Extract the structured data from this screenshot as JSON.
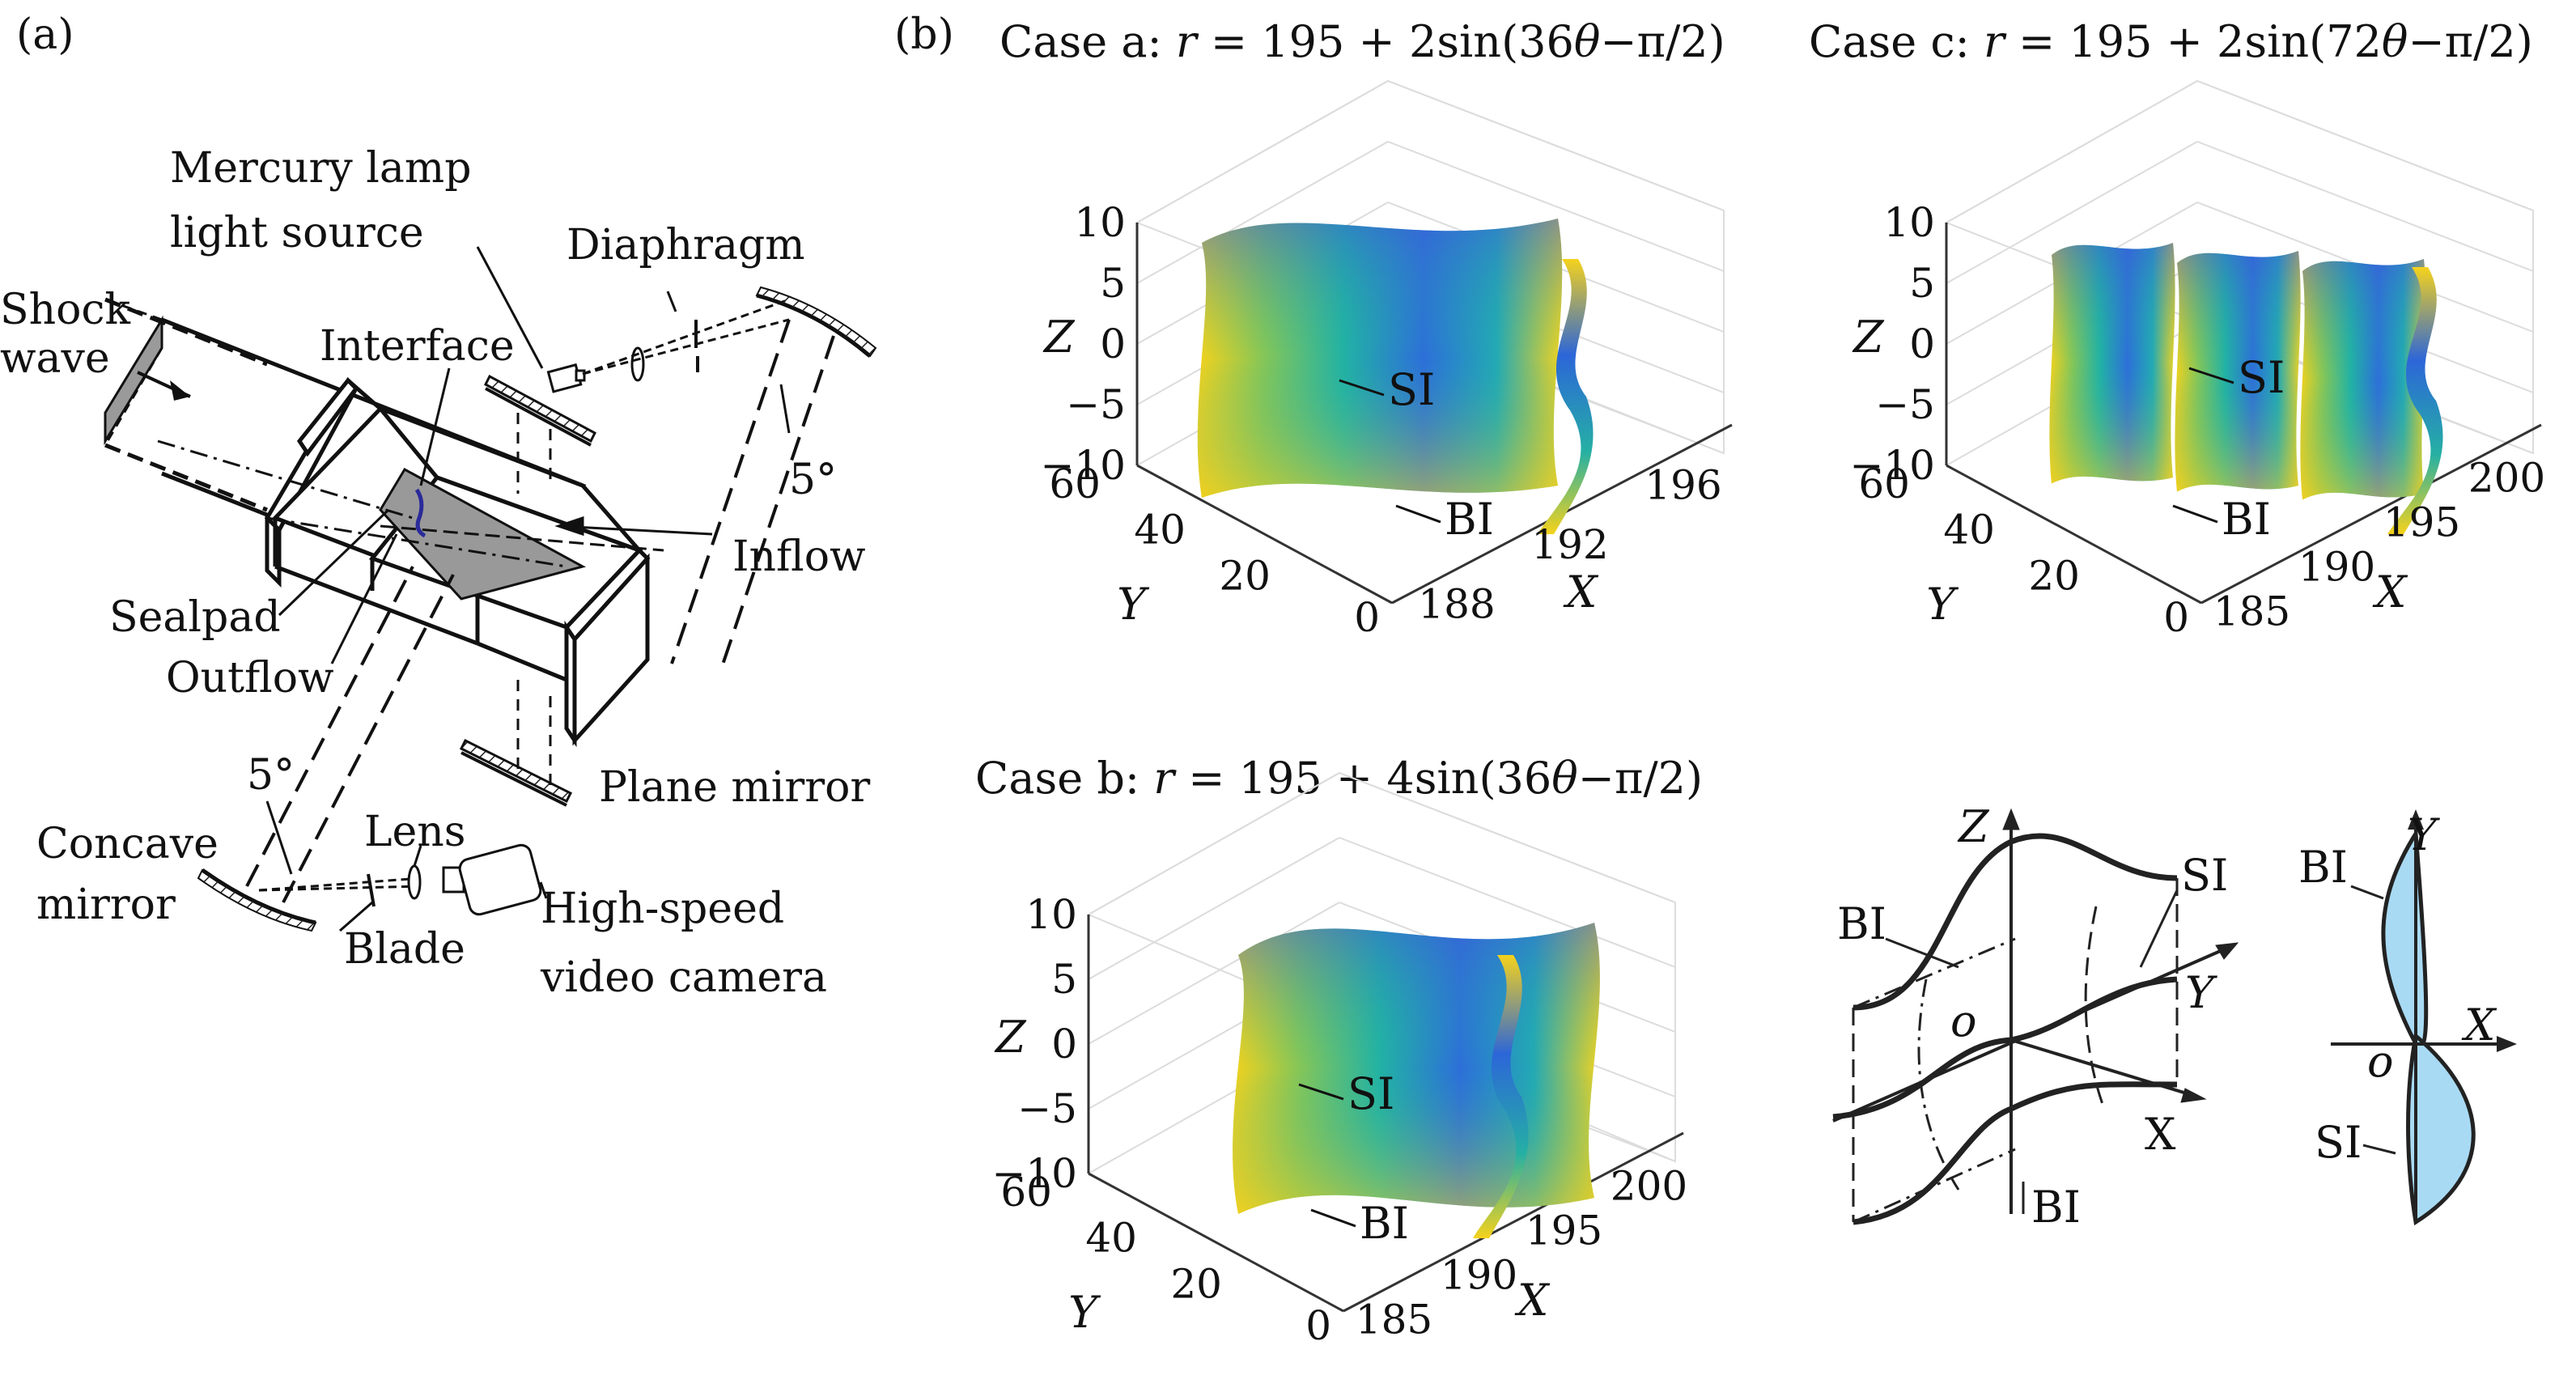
{
  "panel_a": {
    "label": "(a)",
    "labels": {
      "mercury": [
        "Mercury lamp",
        "light source"
      ],
      "diaphragm": "Diaphragm",
      "shock": [
        "Shock",
        "wave"
      ],
      "interface": "Interface",
      "five_top": "5°",
      "inflow": "Inflow",
      "sealpad": "Sealpad",
      "outflow": "Outflow",
      "plane_mirror": "Plane mirror",
      "five_bottom": "5°",
      "concave": [
        "Concave",
        "mirror"
      ],
      "lens": "Lens",
      "blade": "Blade",
      "camera": [
        "High-speed",
        "video camera"
      ]
    }
  },
  "panel_b": {
    "label": "(b)",
    "cases": [
      {
        "id": "a",
        "title_prefix": "Case a:",
        "r": "r",
        "title_eq": " = 195 + 2sin(36",
        "theta": "θ",
        "title_end": "−π/2)",
        "z_axis": "Z",
        "y_axis": "Y",
        "x_axis": "X",
        "z_ticks": [
          "10",
          "5",
          "0",
          "−5",
          "−10"
        ],
        "y_ticks": [
          "60",
          "40",
          "20",
          "0"
        ],
        "x_ticks": [
          "188",
          "192",
          "196"
        ],
        "si": "SI",
        "bi": "BI"
      },
      {
        "id": "c",
        "title_prefix": "Case c:",
        "r": "r",
        "title_eq": " = 195 + 2sin(72",
        "theta": "θ",
        "title_end": "−π/2)",
        "z_axis": "Z",
        "y_axis": "Y",
        "x_axis": "X",
        "z_ticks": [
          "10",
          "5",
          "0",
          "−5",
          "−10"
        ],
        "y_ticks": [
          "60",
          "40",
          "20",
          "0"
        ],
        "x_ticks": [
          "185",
          "190",
          "195",
          "200"
        ],
        "si": "SI",
        "bi": "BI"
      },
      {
        "id": "b",
        "title_prefix": "Case b:",
        "r": "r",
        "title_eq": " = 195 + 4sin(36",
        "theta": "θ",
        "title_end": "−π/2)",
        "z_axis": "Z",
        "y_axis": "Y",
        "x_axis": "X",
        "z_ticks": [
          "10",
          "5",
          "0",
          "−5",
          "−10"
        ],
        "y_ticks": [
          "60",
          "40",
          "20",
          "0"
        ],
        "x_ticks": [
          "185",
          "190",
          "195",
          "200"
        ],
        "si": "SI",
        "bi": "BI"
      }
    ],
    "schematic": {
      "z": "Z",
      "y": "Y",
      "x": "X",
      "o": "o",
      "bi_top": "BI",
      "si": "SI",
      "bi_bottom": "BI",
      "profile_y": "Y",
      "profile_x": "X",
      "profile_o": "o",
      "profile_bi": "BI",
      "profile_si": "SI"
    }
  },
  "colors": {
    "parula_blue": "#2a5fd6",
    "parula_teal": "#21b0a6",
    "parula_green": "#7cc45a",
    "parula_yellow": "#f5d21c",
    "profile_fill": "#a9daf3",
    "grid": "#dcdcdc"
  }
}
